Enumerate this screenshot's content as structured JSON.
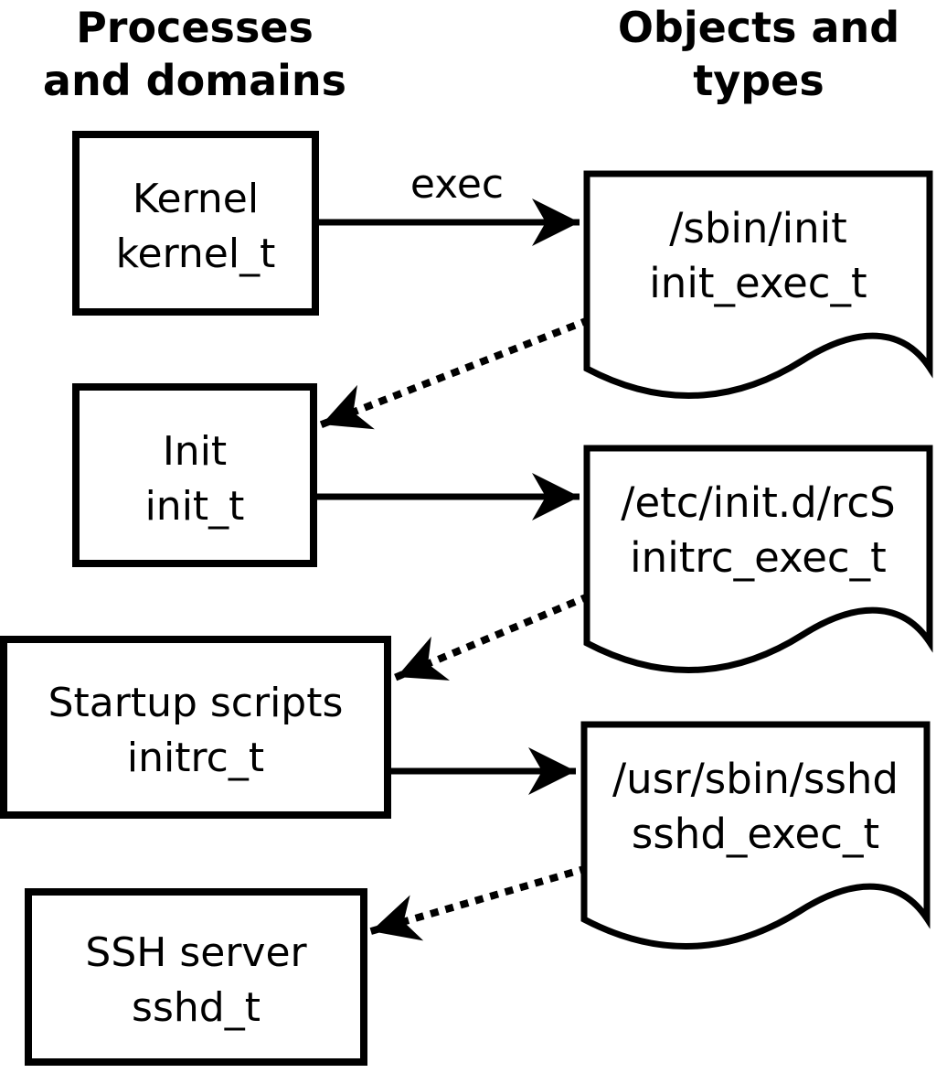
{
  "columns": {
    "left": {
      "line1": "Processes",
      "line2": "and domains"
    },
    "right": {
      "line1": "Objects and",
      "line2": "types"
    }
  },
  "edge_label": "exec",
  "process_nodes": [
    {
      "name": "Kernel",
      "type": "kernel_t"
    },
    {
      "name": "Init",
      "type": "init_t"
    },
    {
      "name": "Startup scripts",
      "type": "initrc_t"
    },
    {
      "name": "SSH server",
      "type": "sshd_t"
    }
  ],
  "object_nodes": [
    {
      "path": "/sbin/init",
      "type": "init_exec_t"
    },
    {
      "path": "/etc/init.d/rcS",
      "type": "initrc_exec_t"
    },
    {
      "path": "/usr/sbin/sshd",
      "type": "sshd_exec_t"
    }
  ],
  "colors": {
    "foreground": "#000000",
    "background": "#ffffff"
  }
}
